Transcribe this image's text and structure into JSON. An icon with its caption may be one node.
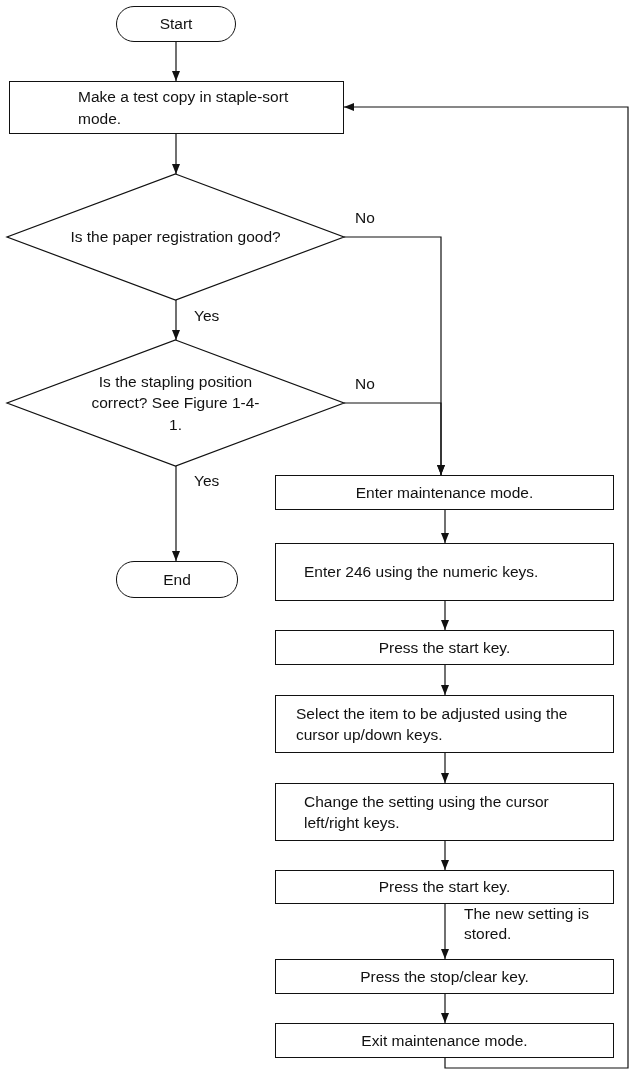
{
  "diagram": {
    "nodes": [
      {
        "text": [
          "Start"
        ]
      },
      {
        "text": [
          "Make a test copy in staple-sort mode."
        ]
      },
      {
        "text": [
          "Is the paper registration good?"
        ]
      },
      {
        "text": [
          "Is the stapling position correct? See Figure 1-4-1."
        ]
      },
      {
        "text": [
          "End"
        ]
      },
      {
        "text": [
          "Enter maintenance mode."
        ]
      },
      {
        "text": [
          "Enter 246 using the numeric keys."
        ]
      },
      {
        "text": [
          "Press the start key."
        ]
      },
      {
        "text": [
          "Select the item to be adjusted using the cursor up/down keys."
        ]
      },
      {
        "text": [
          "Change the setting using the cursor left/right keys."
        ]
      },
      {
        "text": [
          "Press the start key."
        ]
      },
      {
        "text": [
          "Press the stop/clear key."
        ]
      },
      {
        "text": [
          "Exit maintenance mode."
        ]
      }
    ],
    "edges": [
      {
        "from": 0,
        "to": 1,
        "arrow": "to"
      },
      {
        "from": 1,
        "to": 2,
        "arrow": "to"
      },
      {
        "from": 2,
        "to": 3,
        "arrow": "to",
        "label": "Yes"
      },
      {
        "from": 3,
        "to": 4,
        "arrow": "to",
        "label": "Yes"
      },
      {
        "from": 2,
        "to": 5,
        "arrow": "to",
        "label": "No"
      },
      {
        "from": 3,
        "to": 5,
        "arrow": "to",
        "label": "No"
      },
      {
        "from": 5,
        "to": 6,
        "arrow": "to"
      },
      {
        "from": 6,
        "to": 7,
        "arrow": "to"
      },
      {
        "from": 7,
        "to": 8,
        "arrow": "to"
      },
      {
        "from": 8,
        "to": 9,
        "arrow": "to"
      },
      {
        "from": 9,
        "to": 10,
        "arrow": "to"
      },
      {
        "from": 10,
        "to": 11,
        "arrow": "to",
        "label": "The new setting is stored."
      },
      {
        "from": 11,
        "to": 12,
        "arrow": "to"
      },
      {
        "from": 12,
        "to": 1,
        "arrow": "to"
      }
    ]
  }
}
